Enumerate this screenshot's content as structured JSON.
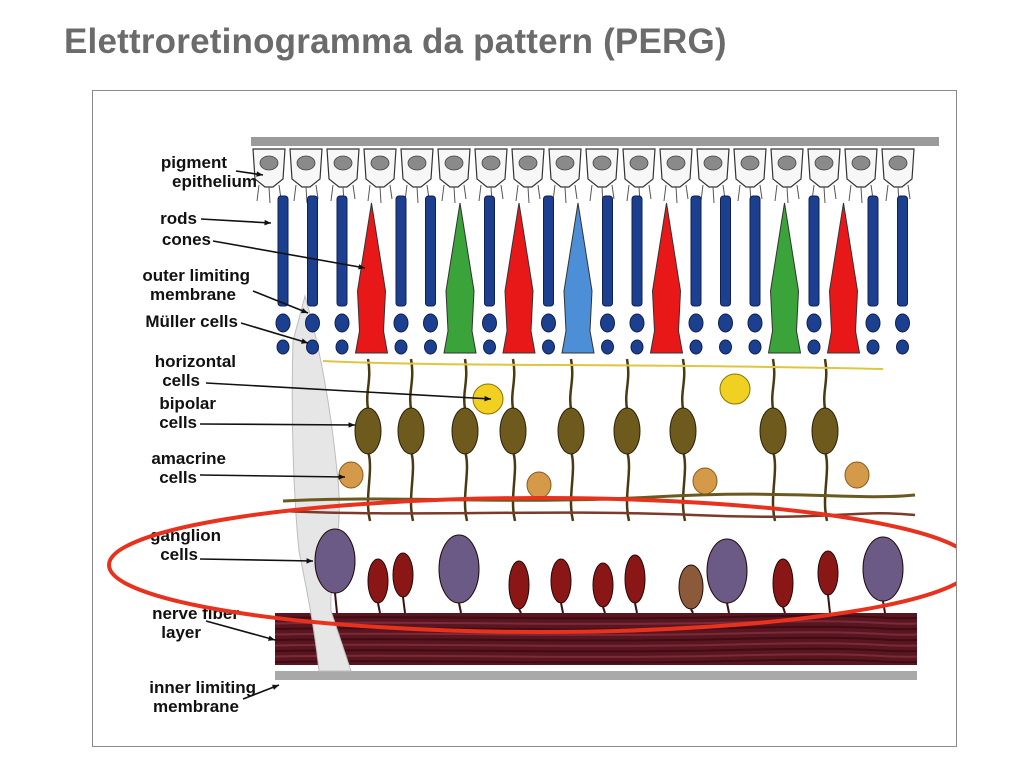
{
  "title": "Elettroretinogramma da pattern (PERG)",
  "labels": {
    "pigment_epithelium": [
      "pigment",
      "epithelium"
    ],
    "rods": "rods",
    "cones": "cones",
    "outer_limiting_membrane": [
      "outer limiting",
      "membrane"
    ],
    "muller_cells": "Müller cells",
    "horizontal_cells": [
      "horizontal",
      "cells"
    ],
    "bipolar_cells": [
      "bipolar",
      "cells"
    ],
    "amacrine_cells": [
      "amacrine",
      "cells"
    ],
    "ganglion_cells": [
      "ganglion",
      "cells"
    ],
    "nerve_fiber_layer": [
      "nerve fiber",
      "layer"
    ],
    "inner_limiting_membrane": [
      "inner limiting",
      "membrane"
    ]
  },
  "colors": {
    "title": "#6b6b6b",
    "highlight_ellipse": "#e8321e",
    "rod": "#1c3f8f",
    "cone_red": "#e81818",
    "cone_green": "#3aa33a",
    "cone_blue": "#4d8fd6",
    "bipolar": "#6d5a1c",
    "horizontal": "#f0d020",
    "amacrine": "#d49a4a",
    "ganglion_purple": "#6b5a86",
    "ganglion_red": "#8a1616",
    "nerve_fiber": "#5a1620"
  }
}
